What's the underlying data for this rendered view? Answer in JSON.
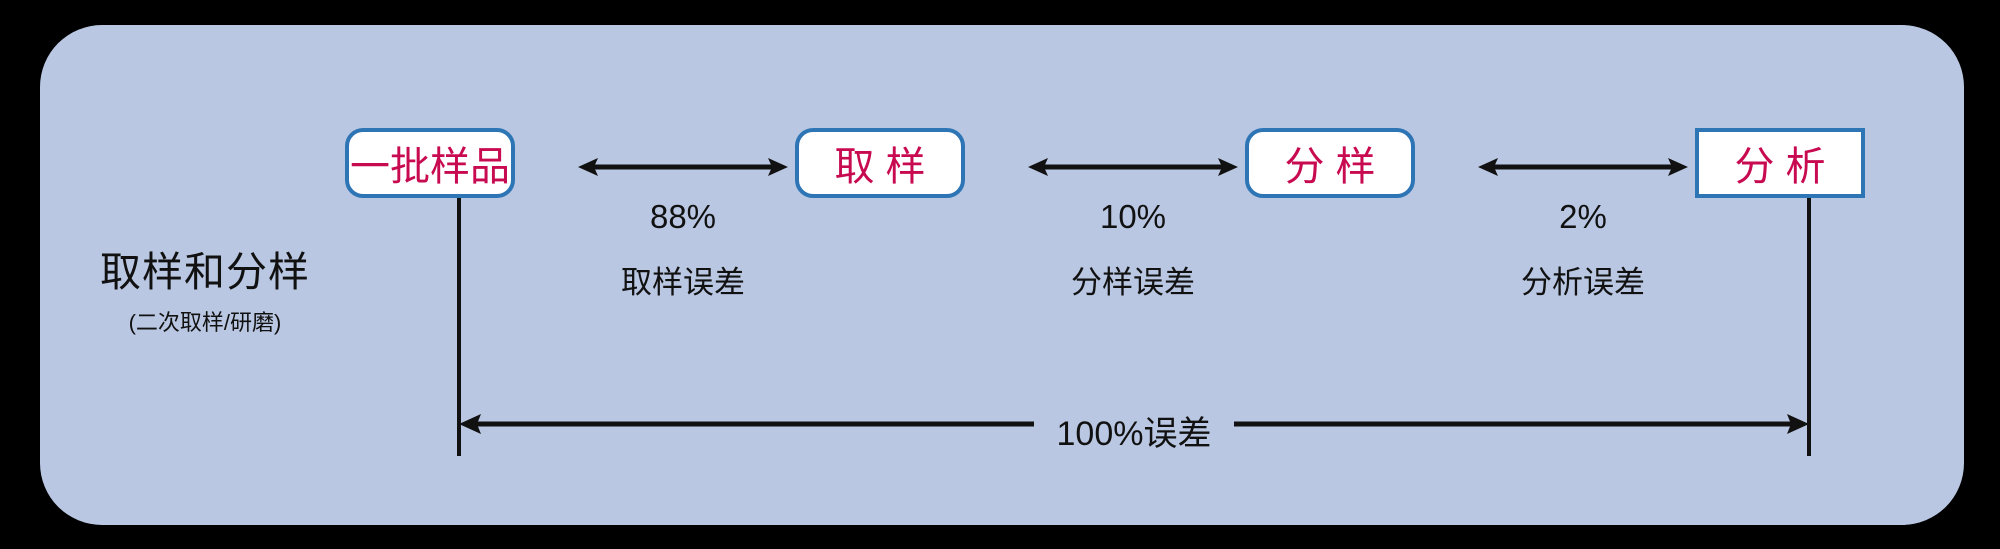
{
  "panel": {
    "background_color": "#b9c7e2",
    "page_background_color": "#000000"
  },
  "caption": {
    "title": "取样和分样",
    "subtitle": "(二次取样/研磨)"
  },
  "nodes": [
    {
      "label": "一批样品",
      "shape": "rounded",
      "border_color": "#2e75b6",
      "text_color": "#c80a50"
    },
    {
      "label": "取 样",
      "shape": "rounded",
      "border_color": "#2e75b6",
      "text_color": "#c80a50"
    },
    {
      "label": "分 样",
      "shape": "rounded",
      "border_color": "#2e75b6",
      "text_color": "#c80a50"
    },
    {
      "label": "分 析",
      "shape": "square",
      "border_color": "#2e75b6",
      "text_color": "#c80a50"
    }
  ],
  "gaps": [
    {
      "percent": "88%",
      "error": "取样误差"
    },
    {
      "percent": "10%",
      "error": "分样误差"
    },
    {
      "percent": "2%",
      "error": "分析误差"
    }
  ],
  "total": {
    "label": "100%误差"
  },
  "arrow_color": "#111111"
}
